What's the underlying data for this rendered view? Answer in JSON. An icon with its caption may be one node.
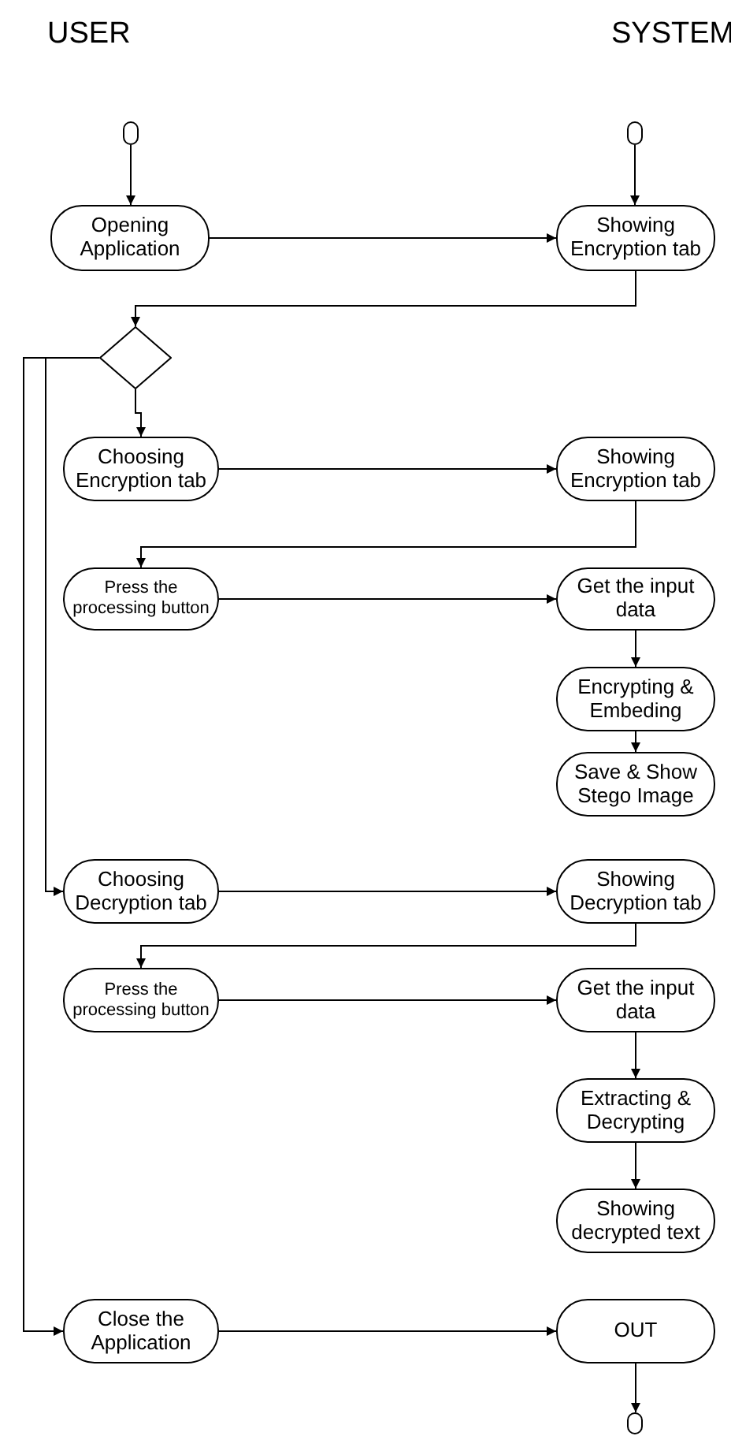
{
  "diagram": {
    "nodes": [
      {
        "text": [],
        "shape": "circle"
      },
      {
        "text": [],
        "shape": "circle"
      },
      {
        "text": [
          "Opening Application"
        ]
      },
      {
        "text": [
          "Showing Encryption tab"
        ]
      },
      {
        "text": [],
        "shape": "diamond"
      },
      {
        "text": [
          "Choosing Encryption tab"
        ]
      },
      {
        "text": [
          "Showing Encryption tab"
        ]
      },
      {
        "text": [
          "Press the processing button"
        ]
      },
      {
        "text": [
          "Get the input data"
        ]
      },
      {
        "text": [
          "Encrypting & Embeding"
        ]
      },
      {
        "text": [
          "Save & Show Stego Image"
        ]
      },
      {
        "text": [
          "Choosing Decryption tab"
        ]
      },
      {
        "text": [
          "Showing Decryption tab"
        ]
      },
      {
        "text": [
          "Press the processing button"
        ]
      },
      {
        "text": [
          "Get the input data"
        ]
      },
      {
        "text": [
          "Extracting & Decrypting"
        ]
      },
      {
        "text": [
          "Showing decrypted text"
        ]
      },
      {
        "text": [
          "Close the Application"
        ]
      },
      {
        "text": [
          "OUT"
        ]
      },
      {
        "text": [],
        "shape": "circle"
      }
    ],
    "edges": [
      {
        "from": 0,
        "to": 2,
        "arrow": "to"
      },
      {
        "from": 1,
        "to": 3,
        "arrow": "to"
      },
      {
        "from": 2,
        "to": 3,
        "arrow": "to"
      },
      {
        "from": 3,
        "to": 4,
        "arrow": "to"
      },
      {
        "from": 4,
        "to": 5,
        "arrow": "to"
      },
      {
        "from": 5,
        "to": 6,
        "arrow": "to"
      },
      {
        "from": 6,
        "to": 7,
        "arrow": "to"
      },
      {
        "from": 7,
        "to": 8,
        "arrow": "to"
      },
      {
        "from": 8,
        "to": 9,
        "arrow": "to"
      },
      {
        "from": 9,
        "to": 10,
        "arrow": "to"
      },
      {
        "from": 4,
        "to": 11,
        "arrow": "to"
      },
      {
        "from": 11,
        "to": 12,
        "arrow": "to"
      },
      {
        "from": 12,
        "to": 13,
        "arrow": "to"
      },
      {
        "from": 13,
        "to": 14,
        "arrow": "to"
      },
      {
        "from": 14,
        "to": 15,
        "arrow": "to"
      },
      {
        "from": 15,
        "to": 16,
        "arrow": "to"
      },
      {
        "from": 4,
        "to": 17,
        "arrow": "to"
      },
      {
        "from": 17,
        "to": 18,
        "arrow": "to"
      },
      {
        "from": 18,
        "to": 19,
        "arrow": "to"
      }
    ],
    "labels": [
      "USER",
      "SYSTEM"
    ]
  }
}
